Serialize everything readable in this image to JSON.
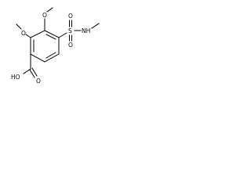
{
  "structure": {
    "labels": {
      "methoxy_top_o": "O",
      "methoxy_mid_o": "O",
      "sulfur": "S",
      "sulfonyl_o_top": "O",
      "sulfonyl_o_bottom": "O",
      "nh": "NH",
      "carbonyl_o": "O",
      "hydroxyl": "HO"
    }
  }
}
